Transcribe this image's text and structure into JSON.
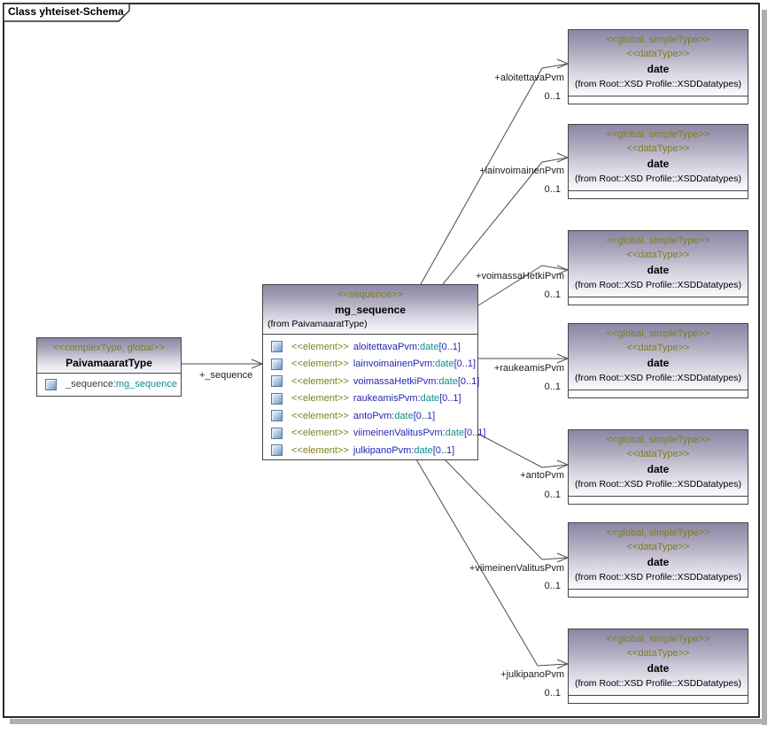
{
  "frame": {
    "title": "Class yhteiset-Schema"
  },
  "colors": {
    "stereotype_text": "#7f7d21",
    "element_name_text": "#2525b4",
    "type_text": "#0e8b8b",
    "header_gradient_top": "#8b86a4",
    "header_gradient_bottom": "#fbfbfd",
    "box_border": "#454545",
    "connector": "#4b4b4b",
    "frame_shadow": "#aeaeae"
  },
  "left_class": {
    "stereotype": "<<complexType, global>>",
    "name": "PaivamaaratType",
    "attribute": {
      "name": "_sequence:",
      "type": "mg_sequence"
    }
  },
  "sequence_class": {
    "stereotype": "<<sequence>>",
    "name": "mg_sequence",
    "from": "(from PaivamaaratType)",
    "elements": [
      {
        "stereotype": "<<element>>",
        "name": "aloitettavaPvm:",
        "type": "date",
        "multiplicity": "[0..1]"
      },
      {
        "stereotype": "<<element>>",
        "name": "lainvoimainenPvm:",
        "type": "date",
        "multiplicity": "[0..1]"
      },
      {
        "stereotype": "<<element>>",
        "name": "voimassaHetkiPvm:",
        "type": "date",
        "multiplicity": "[0..1]"
      },
      {
        "stereotype": "<<element>>",
        "name": "raukeamisPvm:",
        "type": "date",
        "multiplicity": "[0..1]"
      },
      {
        "stereotype": "<<element>>",
        "name": "antoPvm:",
        "type": "date",
        "multiplicity": "[0..1]"
      },
      {
        "stereotype": "<<element>>",
        "name": "viimeinenValitusPvm:",
        "type": "date",
        "multiplicity": "[0..1]"
      },
      {
        "stereotype": "<<element>>",
        "name": "julkipanoPvm:",
        "type": "date",
        "multiplicity": "[0..1]"
      }
    ]
  },
  "date_classes": [
    {
      "stereotype1": "<<global, simpleType>>",
      "stereotype2": "<<dataType>>",
      "name": "date",
      "from": "(from Root::XSD Profile::XSDDatatypes)"
    },
    {
      "stereotype1": "<<global, simpleType>>",
      "stereotype2": "<<dataType>>",
      "name": "date",
      "from": "(from Root::XSD Profile::XSDDatatypes)"
    },
    {
      "stereotype1": "<<global, simpleType>>",
      "stereotype2": "<<dataType>>",
      "name": "date",
      "from": "(from Root::XSD Profile::XSDDatatypes)"
    },
    {
      "stereotype1": "<<global, simpleType>>",
      "stereotype2": "<<dataType>>",
      "name": "date",
      "from": "(from Root::XSD Profile::XSDDatatypes)"
    },
    {
      "stereotype1": "<<global, simpleType>>",
      "stereotype2": "<<dataType>>",
      "name": "date",
      "from": "(from Root::XSD Profile::XSDDatatypes)"
    },
    {
      "stereotype1": "<<global, simpleType>>",
      "stereotype2": "<<dataType>>",
      "name": "date",
      "from": "(from Root::XSD Profile::XSDDatatypes)"
    },
    {
      "stereotype1": "<<global, simpleType>>",
      "stereotype2": "<<dataType>>",
      "name": "date",
      "from": "(from Root::XSD Profile::XSDDatatypes)"
    }
  ],
  "associations": [
    {
      "label": "+_sequence"
    },
    {
      "label": "+aloitettavaPvm",
      "multiplicity": "0..1"
    },
    {
      "label": "+lainvoimainenPvm",
      "multiplicity": "0..1"
    },
    {
      "label": "+voimassaHetkiPvm",
      "multiplicity": "0..1"
    },
    {
      "label": "+raukeamisPvm",
      "multiplicity": "0..1"
    },
    {
      "label": "+antoPvm",
      "multiplicity": "0..1"
    },
    {
      "label": "+viimeinenValitusPvm",
      "multiplicity": "0..1"
    },
    {
      "label": "+julkipanoPvm",
      "multiplicity": "0..1"
    }
  ]
}
